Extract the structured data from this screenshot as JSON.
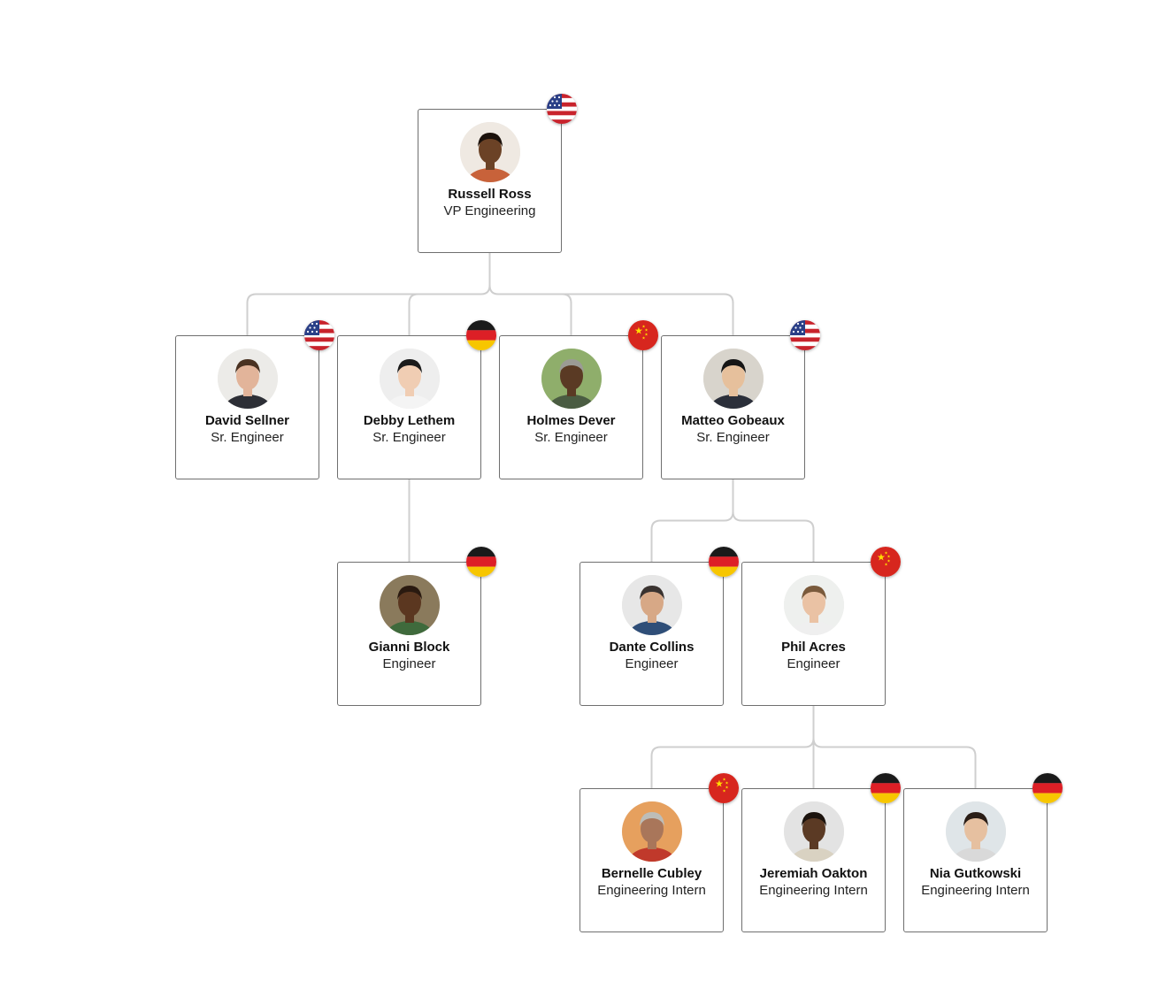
{
  "org_chart": {
    "colors": {
      "card_border": "#6f6f6f",
      "connector": "#cfcfcf",
      "text": "#111111"
    },
    "nodes": [
      {
        "id": "russell",
        "name": "Russell Ross",
        "title": "VP Engineering",
        "country": "us",
        "parent": null,
        "avatar": {
          "skin": "#6b4226",
          "hair": "#1c120c",
          "shirt": "#c8623a",
          "bg": "#efe9e2"
        }
      },
      {
        "id": "david",
        "name": "David Sellner",
        "title": "Sr. Engineer",
        "country": "us",
        "parent": "russell",
        "avatar": {
          "skin": "#e2b49a",
          "hair": "#4a3222",
          "shirt": "#2d2f36",
          "bg": "#ecebe8"
        }
      },
      {
        "id": "debby",
        "name": "Debby Lethem",
        "title": "Sr. Engineer",
        "country": "de",
        "parent": "russell",
        "avatar": {
          "skin": "#f0cdb3",
          "hair": "#1b1b1b",
          "shirt": "#f4f4f4",
          "bg": "#eeeeee"
        }
      },
      {
        "id": "holmes",
        "name": "Holmes Dever",
        "title": "Sr. Engineer",
        "country": "cn",
        "parent": "russell",
        "avatar": {
          "skin": "#5a3a24",
          "hair": "#9b9b95",
          "shirt": "#4a5c42",
          "bg": "#8fae6b"
        }
      },
      {
        "id": "matteo",
        "name": "Matteo Gobeaux",
        "title": "Sr. Engineer",
        "country": "us",
        "parent": "russell",
        "avatar": {
          "skin": "#e6c09c",
          "hair": "#161616",
          "shirt": "#2b2f3a",
          "bg": "#d8d4cc"
        }
      },
      {
        "id": "gianni",
        "name": "Gianni Block",
        "title": "Engineer",
        "country": "de",
        "parent": "debby",
        "avatar": {
          "skin": "#5b3720",
          "hair": "#2a1a10",
          "shirt": "#3f6a3c",
          "bg": "#8a7a5c"
        }
      },
      {
        "id": "dante",
        "name": "Dante Collins",
        "title": "Engineer",
        "country": "de",
        "parent": "matteo",
        "avatar": {
          "skin": "#d7a886",
          "hair": "#3a3330",
          "shirt": "#2f4e78",
          "bg": "#e7e7e7"
        }
      },
      {
        "id": "phil",
        "name": "Phil Acres",
        "title": "Engineer",
        "country": "cn",
        "parent": "matteo",
        "avatar": {
          "skin": "#eac2a4",
          "hair": "#7a5a3c",
          "shirt": "#efefef",
          "bg": "#eef0ee"
        }
      },
      {
        "id": "bernelle",
        "name": "Bernelle Cubley",
        "title": "Engineering Intern",
        "country": "cn",
        "parent": "phil",
        "avatar": {
          "skin": "#a9765a",
          "hair": "#bdbdb8",
          "shirt": "#c0392b",
          "bg": "#e6a05e"
        }
      },
      {
        "id": "jeremiah",
        "name": "Jeremiah Oakton",
        "title": "Engineering Intern",
        "country": "de",
        "parent": "phil",
        "avatar": {
          "skin": "#5b3a24",
          "hair": "#1b130d",
          "shirt": "#d9d2c2",
          "bg": "#e3e3e3"
        }
      },
      {
        "id": "nia",
        "name": "Nia Gutkowski",
        "title": "Engineering Intern",
        "country": "de",
        "parent": "phil",
        "avatar": {
          "skin": "#e6c0a0",
          "hair": "#2a1d16",
          "shirt": "#d9d9d9",
          "bg": "#dfe5e8"
        }
      }
    ]
  }
}
